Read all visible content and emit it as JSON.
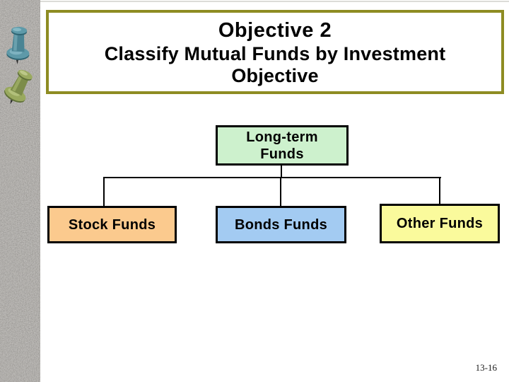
{
  "slide": {
    "title": "Objective 2",
    "subtitle": "Classify Mutual Funds by Investment Objective",
    "page_number": "13-16"
  },
  "diagram": {
    "root": {
      "label": "Long-term Funds",
      "fill": "#CDF1CD"
    },
    "children": [
      {
        "label": "Stock Funds",
        "fill": "#FBCA8E"
      },
      {
        "label": "Bonds Funds",
        "fill": "#A3CBF2"
      },
      {
        "label": "Other Funds",
        "fill": "#FAFA9C"
      }
    ]
  },
  "theme": {
    "title_border_color": "#8E8C22",
    "granite_base_color": "#A7A39D",
    "connector_color": "#000000",
    "pins": [
      {
        "name": "teal-pushpin",
        "color": "#4A8494"
      },
      {
        "name": "green-pushpin",
        "color": "#7C8C4A"
      }
    ]
  }
}
